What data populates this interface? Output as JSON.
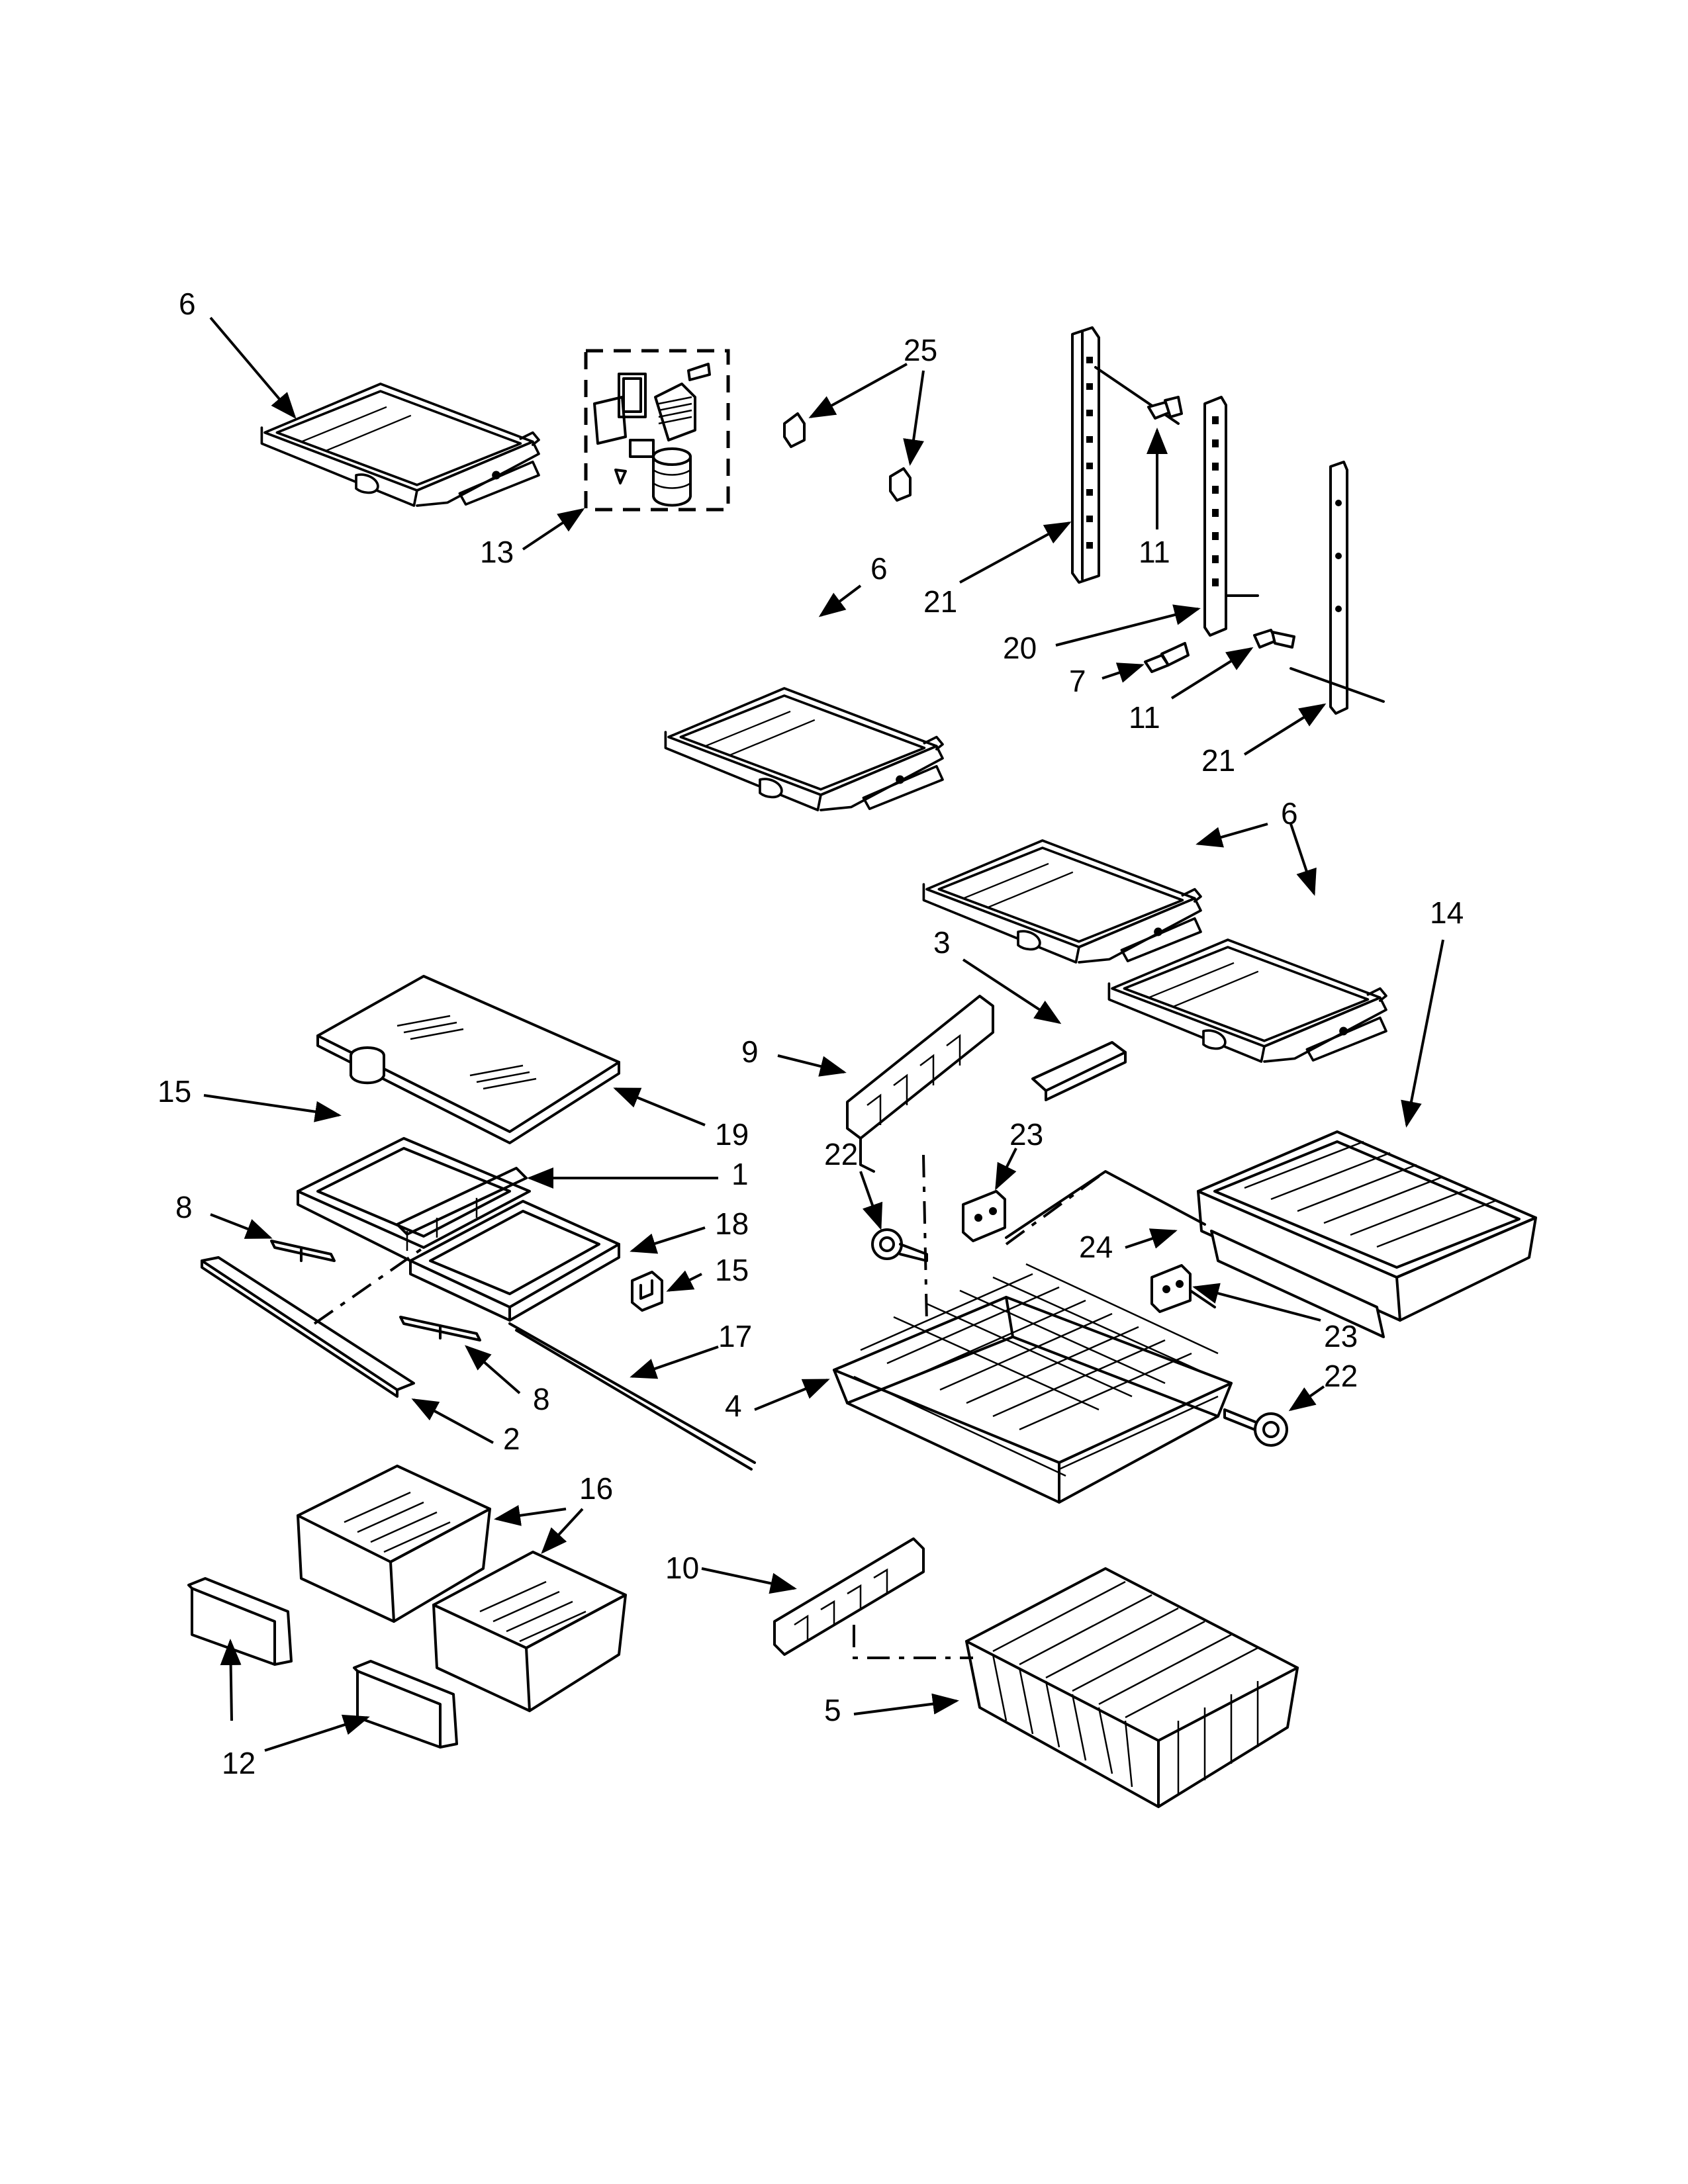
{
  "callouts": [
    {
      "key": "c6a",
      "label": "6"
    },
    {
      "key": "c13",
      "label": "13"
    },
    {
      "key": "c25",
      "label": "25"
    },
    {
      "key": "c11a",
      "label": "11"
    },
    {
      "key": "c21a",
      "label": "21"
    },
    {
      "key": "c6b",
      "label": "6"
    },
    {
      "key": "c20",
      "label": "20"
    },
    {
      "key": "c7",
      "label": "7"
    },
    {
      "key": "c11b",
      "label": "11"
    },
    {
      "key": "c21b",
      "label": "21"
    },
    {
      "key": "c6c",
      "label": "6"
    },
    {
      "key": "c14",
      "label": "14"
    },
    {
      "key": "c3",
      "label": "3"
    },
    {
      "key": "c9",
      "label": "9"
    },
    {
      "key": "c15a",
      "label": "15"
    },
    {
      "key": "c19",
      "label": "19"
    },
    {
      "key": "c1",
      "label": "1"
    },
    {
      "key": "c22a",
      "label": "22"
    },
    {
      "key": "c23a",
      "label": "23"
    },
    {
      "key": "c8a",
      "label": "8"
    },
    {
      "key": "c18",
      "label": "18"
    },
    {
      "key": "c24",
      "label": "24"
    },
    {
      "key": "c15b",
      "label": "15"
    },
    {
      "key": "c23b",
      "label": "23"
    },
    {
      "key": "c17",
      "label": "17"
    },
    {
      "key": "c22b",
      "label": "22"
    },
    {
      "key": "c8b",
      "label": "8"
    },
    {
      "key": "c4",
      "label": "4"
    },
    {
      "key": "c2",
      "label": "2"
    },
    {
      "key": "c16",
      "label": "16"
    },
    {
      "key": "c10",
      "label": "10"
    },
    {
      "key": "c5",
      "label": "5"
    },
    {
      "key": "c12",
      "label": "12"
    }
  ]
}
